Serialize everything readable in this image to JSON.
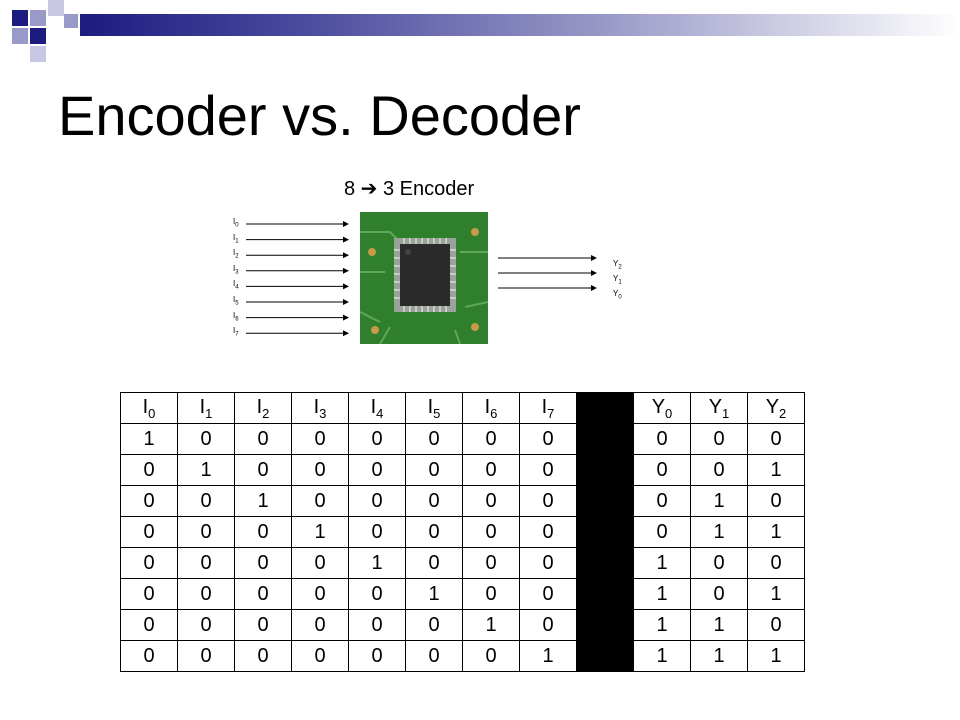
{
  "slide": {
    "title": "Encoder vs. Decoder",
    "subtitle": "8 ➔ 3 Encoder"
  },
  "diagram": {
    "input_pins": [
      {
        "base": "I",
        "sub": "0"
      },
      {
        "base": "I",
        "sub": "1"
      },
      {
        "base": "I",
        "sub": "2"
      },
      {
        "base": "I",
        "sub": "3"
      },
      {
        "base": "I",
        "sub": "4"
      },
      {
        "base": "I",
        "sub": "5"
      },
      {
        "base": "I",
        "sub": "6"
      },
      {
        "base": "I",
        "sub": "7"
      }
    ],
    "output_pins": [
      {
        "base": "Y",
        "sub": "2"
      },
      {
        "base": "Y",
        "sub": "1"
      },
      {
        "base": "Y",
        "sub": "0"
      }
    ]
  },
  "truth_table": {
    "input_headers": [
      {
        "base": "I",
        "sub": "0"
      },
      {
        "base": "I",
        "sub": "1"
      },
      {
        "base": "I",
        "sub": "2"
      },
      {
        "base": "I",
        "sub": "3"
      },
      {
        "base": "I",
        "sub": "4"
      },
      {
        "base": "I",
        "sub": "5"
      },
      {
        "base": "I",
        "sub": "6"
      },
      {
        "base": "I",
        "sub": "7"
      }
    ],
    "output_headers": [
      {
        "base": "Y",
        "sub": "0"
      },
      {
        "base": "Y",
        "sub": "1"
      },
      {
        "base": "Y",
        "sub": "2"
      }
    ],
    "rows": [
      {
        "inputs": [
          "1",
          "0",
          "0",
          "0",
          "0",
          "0",
          "0",
          "0"
        ],
        "outputs": [
          "0",
          "0",
          "0"
        ]
      },
      {
        "inputs": [
          "0",
          "1",
          "0",
          "0",
          "0",
          "0",
          "0",
          "0"
        ],
        "outputs": [
          "0",
          "0",
          "1"
        ]
      },
      {
        "inputs": [
          "0",
          "0",
          "1",
          "0",
          "0",
          "0",
          "0",
          "0"
        ],
        "outputs": [
          "0",
          "1",
          "0"
        ]
      },
      {
        "inputs": [
          "0",
          "0",
          "0",
          "1",
          "0",
          "0",
          "0",
          "0"
        ],
        "outputs": [
          "0",
          "1",
          "1"
        ]
      },
      {
        "inputs": [
          "0",
          "0",
          "0",
          "0",
          "1",
          "0",
          "0",
          "0"
        ],
        "outputs": [
          "1",
          "0",
          "0"
        ]
      },
      {
        "inputs": [
          "0",
          "0",
          "0",
          "0",
          "0",
          "1",
          "0",
          "0"
        ],
        "outputs": [
          "1",
          "0",
          "1"
        ]
      },
      {
        "inputs": [
          "0",
          "0",
          "0",
          "0",
          "0",
          "0",
          "1",
          "0"
        ],
        "outputs": [
          "1",
          "1",
          "0"
        ]
      },
      {
        "inputs": [
          "0",
          "0",
          "0",
          "0",
          "0",
          "0",
          "0",
          "1"
        ],
        "outputs": [
          "1",
          "1",
          "1"
        ]
      }
    ]
  },
  "colors": {
    "accent_dark": "#1c1c80",
    "accent_light": "#9a9ac8",
    "board_green": "#2f7f2c"
  }
}
